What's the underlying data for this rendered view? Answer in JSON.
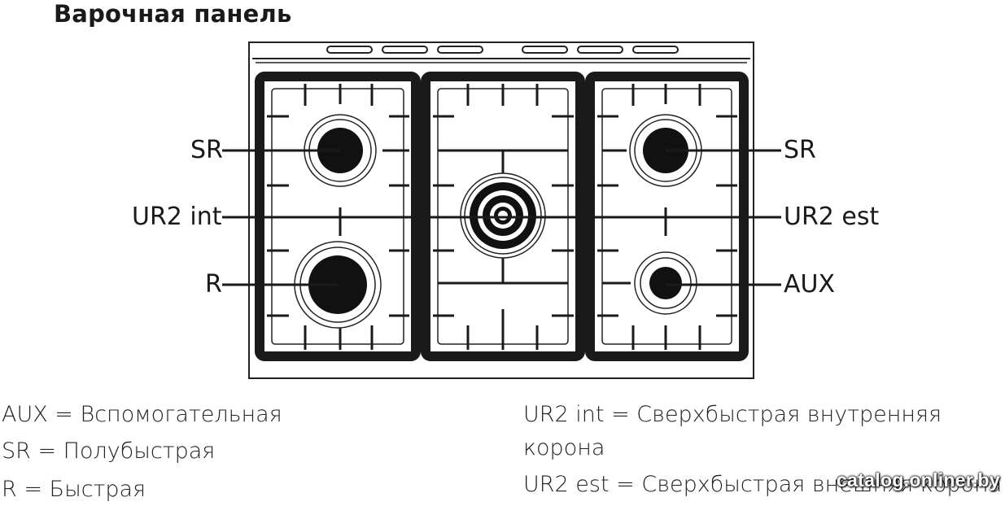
{
  "title": "Варочная панель",
  "burner_labels": {
    "sr_left": "SR",
    "ur2_int": "UR2 int",
    "r": "R",
    "sr_right": "SR",
    "ur2_est": "UR2 est",
    "aux": "AUX"
  },
  "legend": {
    "aux": "AUX = Вспомогательная",
    "sr": "SR = Полубыстрая",
    "r": "R = Быстрая",
    "ur2_int_line1": "UR2 int = Сверхбыстрая внутренняя",
    "ur2_int_line2": "корона",
    "ur2_est": "UR2 est = Сверхбыстрая внешняя корона"
  },
  "watermark": "catalog.onliner.by"
}
